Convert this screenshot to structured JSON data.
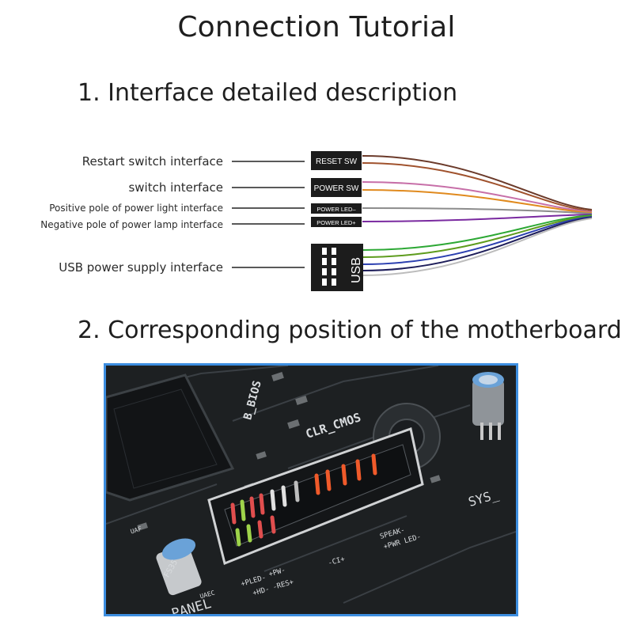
{
  "page_title": "Connection Tutorial",
  "section_1_title": "1. Interface detailed description",
  "section_2_title": "2. Corresponding position of the motherboard",
  "interfaces": [
    {
      "label": "Restart switch interface",
      "plug": "RESET SW"
    },
    {
      "label": "switch interface",
      "plug": "POWER SW"
    },
    {
      "label": "Positive pole of power light interface",
      "plug": "POWER LED–"
    },
    {
      "label": "Negative pole of power lamp interface",
      "plug": "POWER LED+"
    },
    {
      "label": "USB power supply interface",
      "plug": "USB"
    }
  ],
  "wire_colors": [
    "#6b3a2a",
    "#a0522d",
    "#c76fa8",
    "#e08a1e",
    "#8c8c8c",
    "#7a2aa0",
    "#2da835",
    "#5e9c1e",
    "#2b3fb0",
    "#1e1e5a",
    "#bcbcbc"
  ],
  "board_labels": {
    "bios": "B_BIOS",
    "clr": "CLR_CMOS",
    "sys": "SYS_",
    "panel": "PANEL",
    "pled": "+PLED-",
    "pw": "+PW-",
    "hd": "+HD-",
    "res": "-RES+",
    "speak": "SPEAK-",
    "pwrled": "+PWR LED-",
    "ci": "-CI+",
    "uaf": "UAF",
    "uaec": "UAEC",
    "cap_text": "FS35"
  }
}
